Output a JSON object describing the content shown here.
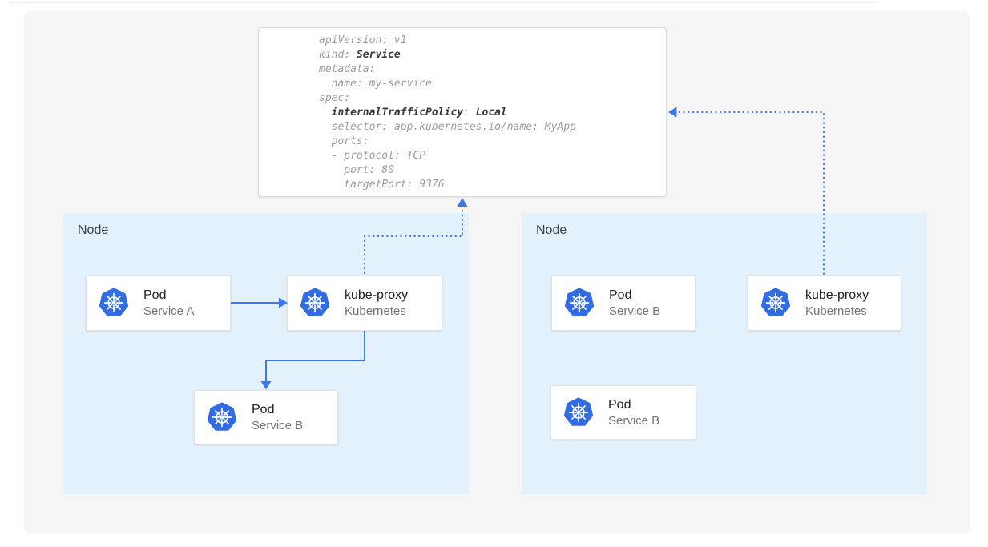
{
  "yaml_card": {
    "lines": [
      {
        "parts": [
          [
            "n",
            "apiVersion: v1"
          ]
        ]
      },
      {
        "parts": [
          [
            "n",
            "kind: "
          ],
          [
            "b",
            "Service"
          ]
        ]
      },
      {
        "parts": [
          [
            "n",
            "metadata:"
          ]
        ]
      },
      {
        "parts": [
          [
            "n",
            "  name: my-service"
          ]
        ]
      },
      {
        "parts": [
          [
            "n",
            "spec:"
          ]
        ]
      },
      {
        "parts": [
          [
            "n",
            "  "
          ],
          [
            "b",
            "internalTrafficPolicy"
          ],
          [
            "n",
            ": "
          ],
          [
            "b",
            "Local"
          ]
        ]
      },
      {
        "parts": [
          [
            "n",
            "  selector: app.kubernetes.io/name: MyApp"
          ]
        ]
      },
      {
        "parts": [
          [
            "n",
            "  ports:"
          ]
        ]
      },
      {
        "parts": [
          [
            "n",
            "  - protocol: TCP"
          ]
        ]
      },
      {
        "parts": [
          [
            "n",
            "    port: 80"
          ]
        ]
      },
      {
        "parts": [
          [
            "n",
            "    targetPort: 9376"
          ]
        ]
      }
    ]
  },
  "nodes": [
    {
      "label": "Node",
      "cards": [
        {
          "title": "Pod",
          "subtitle": "Service A"
        },
        {
          "title": "kube-proxy",
          "subtitle": "Kubernetes"
        },
        {
          "title": "Pod",
          "subtitle": "Service B"
        }
      ]
    },
    {
      "label": "Node",
      "cards": [
        {
          "title": "Pod",
          "subtitle": "Service B"
        },
        {
          "title": "kube-proxy",
          "subtitle": "Kubernetes"
        },
        {
          "title": "Pod",
          "subtitle": "Service B"
        }
      ]
    }
  ],
  "icons": {
    "kubernetes_logo": "blue heptagon with white ship-wheel (☸)"
  },
  "colors": {
    "line_blue": "#3b78e8",
    "k8s_blue": "#326ce5",
    "node_bg": "#e3f1fd",
    "panel_bg": "#f5f5f6",
    "card_border": "#e3e3e3",
    "code_gray": "#9e9e9e",
    "code_dark": "#37393d",
    "title_color": "#212121",
    "subtitle_color": "#757575",
    "label_color": "#3c4043",
    "divider_color": "#ebebeb"
  }
}
